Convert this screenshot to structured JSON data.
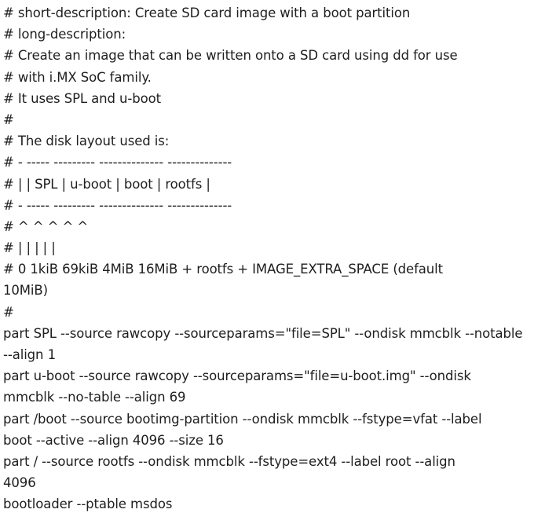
{
  "document": {
    "lines": [
      "# short-description: Create SD card image with a boot partition",
      "# long-description:",
      "# Create an image that can be written onto a SD card using dd for use",
      "# with i.MX SoC family.",
      "# It uses SPL and u-boot",
      "#",
      "# The disk layout used is:",
      "# - ----- --------- -------------- --------------",
      "# | | SPL | u-boot | boot | rootfs |",
      "# - ----- --------- -------------- --------------",
      "# ^ ^ ^ ^ ^",
      "# | | | | |",
      "# 0 1kiB 69kiB 4MiB 16MiB + rootfs + IMAGE_EXTRA_SPACE (default",
      "10MiB)",
      "#",
      "part SPL --source rawcopy --sourceparams=\"file=SPL\" --ondisk mmcblk --notable",
      "--align 1",
      "part u-boot --source rawcopy --sourceparams=\"file=u-boot.img\" --ondisk",
      "mmcblk --no-table --align 69",
      "part /boot --source bootimg-partition --ondisk mmcblk --fstype=vfat --label",
      "boot --active --align 4096 --size 16",
      "part / --source rootfs --ondisk mmcblk --fstype=ext4 --label root --align",
      "4096",
      "bootloader --ptable msdos"
    ]
  }
}
